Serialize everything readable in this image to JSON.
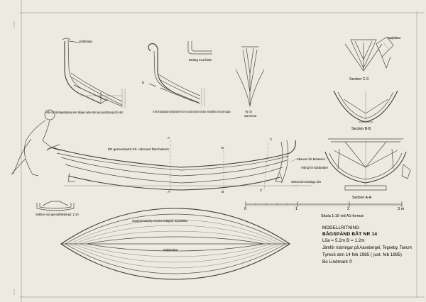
{
  "figures": {
    "stem_label": "Solbräda",
    "stem_note_left": "Äldre stv. Barbeppslägning som tidigare lades efter ger upprätt grepp för vänt.",
    "stem_note_mid": "Alt. fäste för barbeppslägning med stolpar fastade till rot och en tunn bräda styrande kort och bakom. Andra nyfallsformar i denna skär av bågsparr.",
    "fitting_label": "Beslag med fäste",
    "view_d_label": "Vy D",
    "view_d_sub": "samt kort",
    "arrow_d": "D",
    "section_cc": "Section C-C",
    "section_bb": "Section B-B",
    "section_aa": "Section A-A",
    "cc_detail_label": "Stolpfäste",
    "hull_note_top": "Ett gemensamt trä i skrovet fäst bakom",
    "hull_note_right": "Skarven för Beketsen",
    "hull_note_right2": "Vrång för sidobräder",
    "hull_note_right3": "Skötsfot av båt med bordläggn. sidvis",
    "plan_note": "Längsgående förbindning i två stycken. Bordläggning i rad på bladskiva",
    "plan_label_keel": "Kölplankan",
    "small_section_caption": "Sektion vid gennaftsklampt: 1:10",
    "marker_a": "A",
    "marker_b": "B",
    "marker_c": "C"
  },
  "scale_bar": {
    "ticks": [
      "0",
      "1",
      "2",
      "3 m"
    ],
    "caption": "Skala 1:10 vid A1-format"
  },
  "title_block": {
    "heading": "MODELLRITNING",
    "boat": "BÅGSPÄND BÅT NR 14",
    "dims": "Lõa = 5.2m    B = 1.2m",
    "place": "Jämför risbringar på Aasebergel, Tegneby, Tanum",
    "date": "Tyresö den 14 feb 1985  ( just. feb 1985)",
    "author": "Bo Lindmark ©"
  }
}
